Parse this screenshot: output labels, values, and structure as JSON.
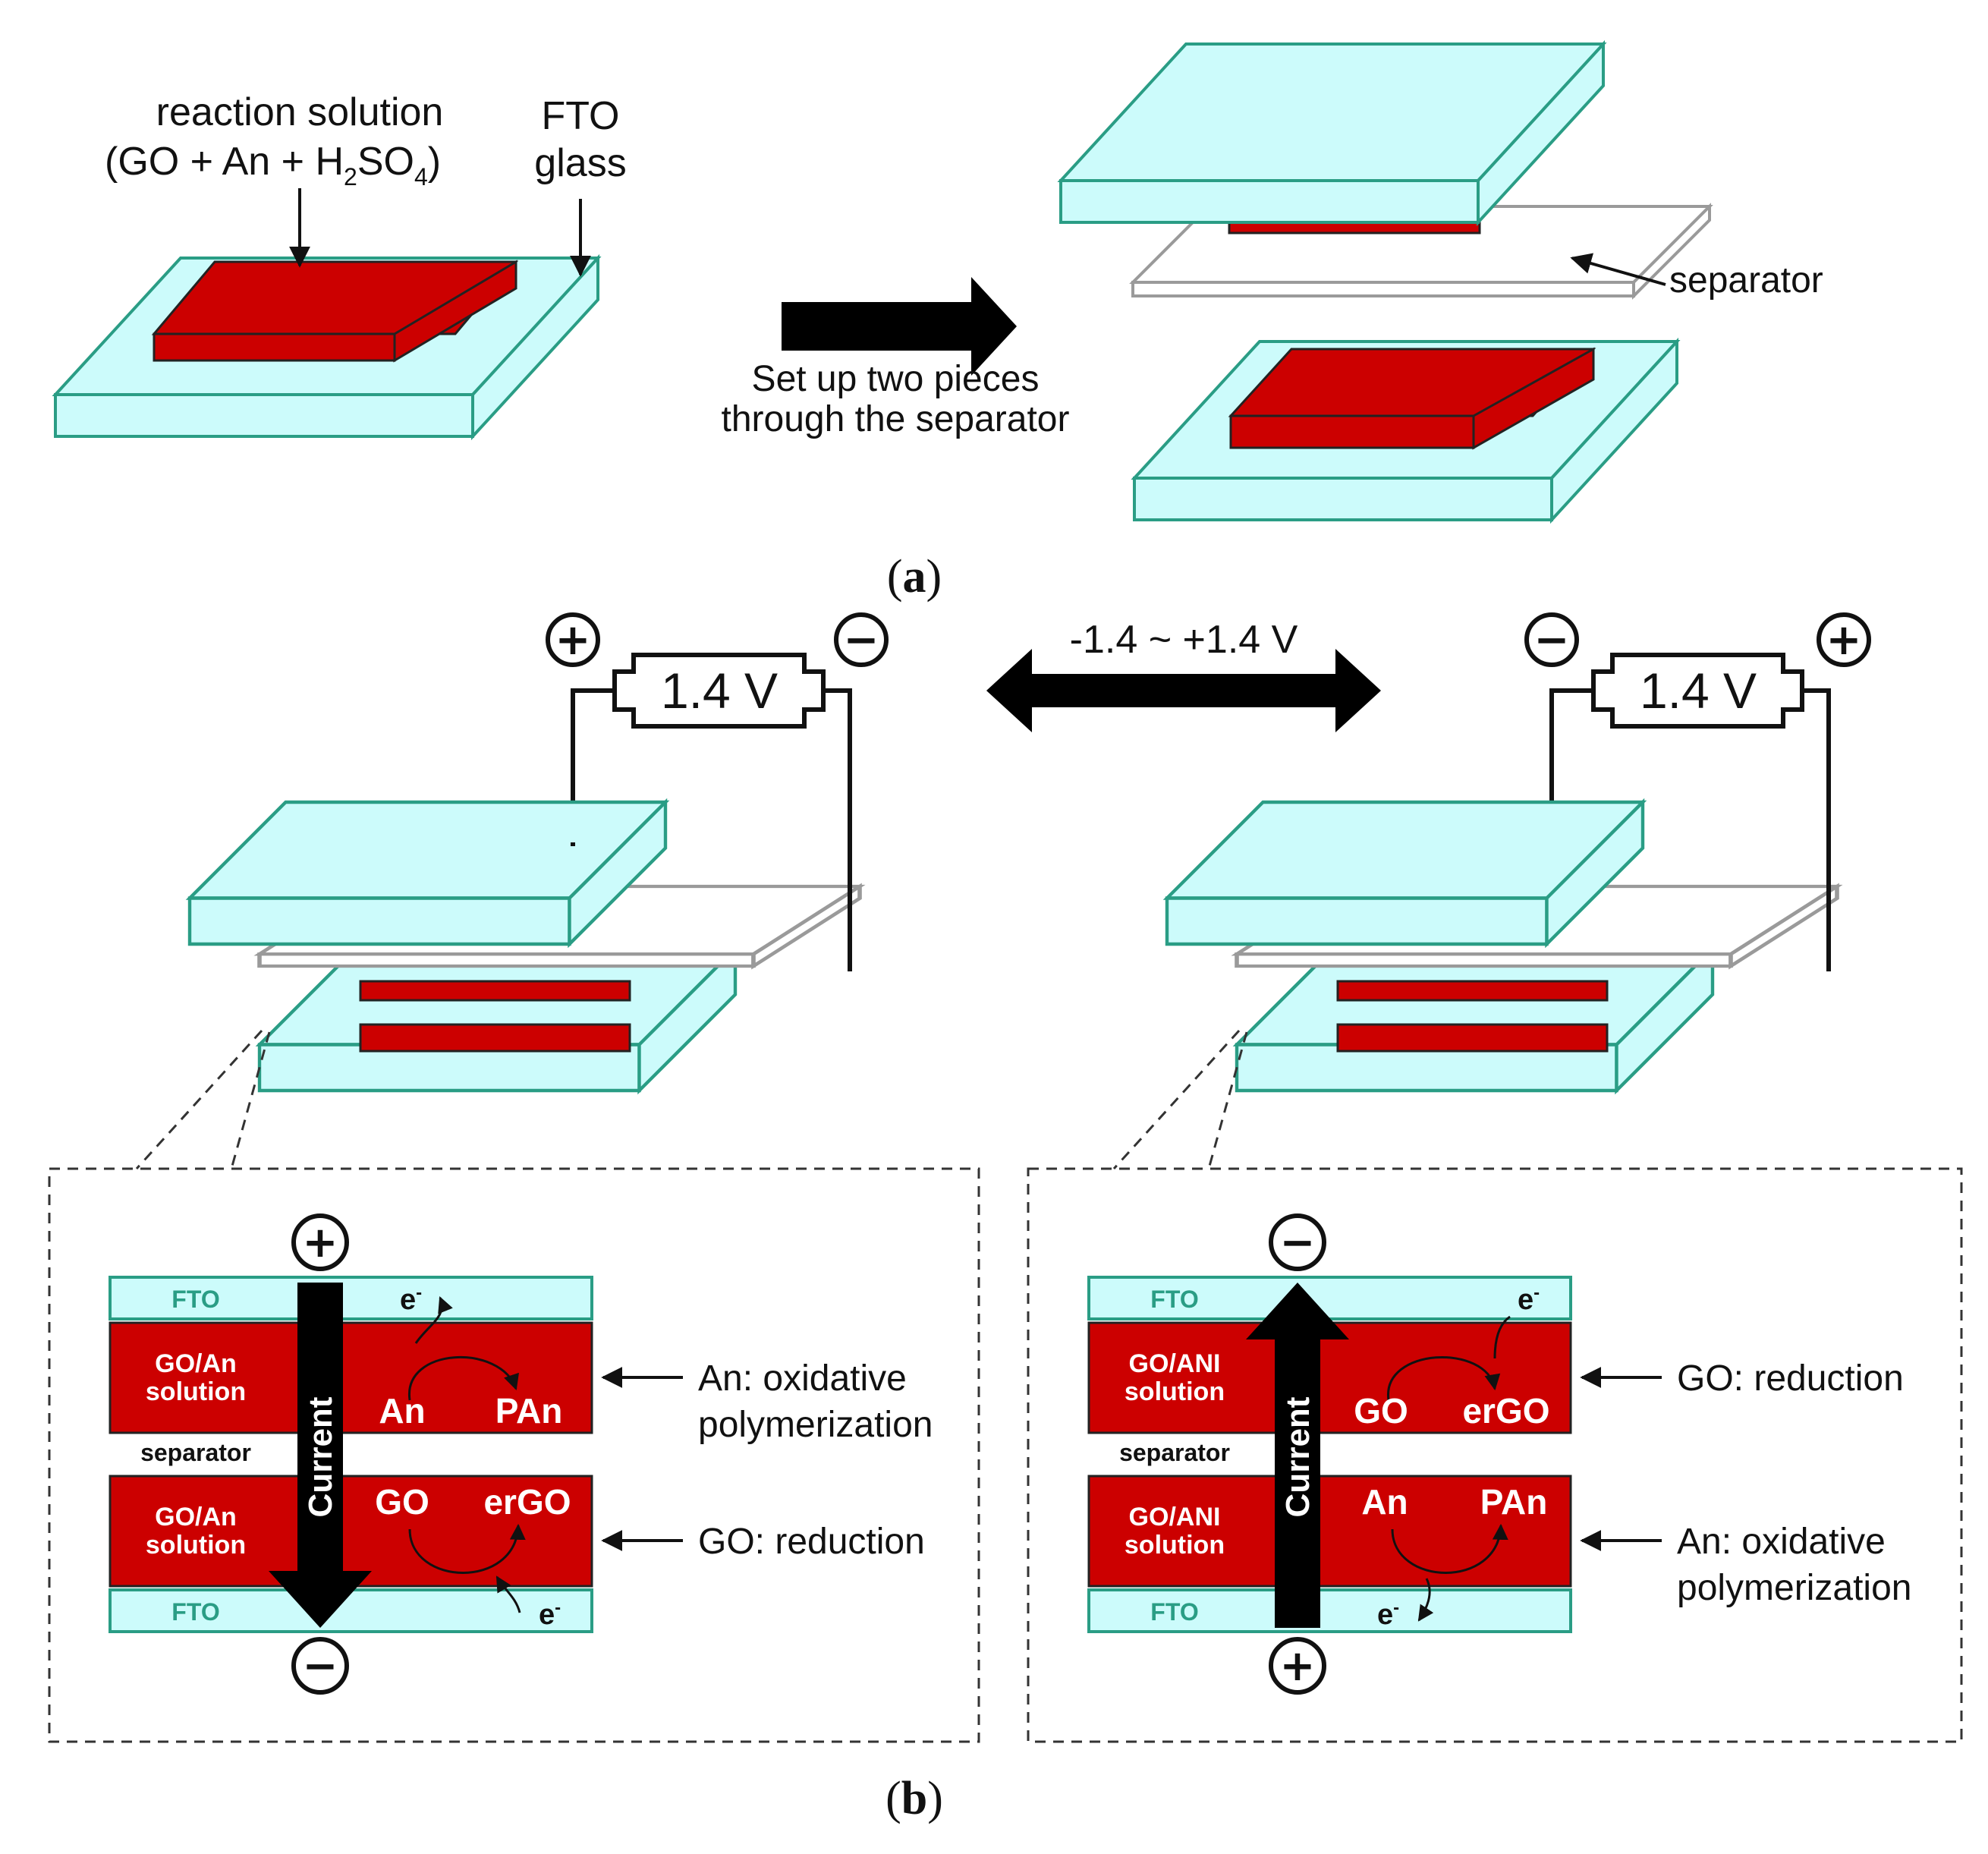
{
  "colors": {
    "glass_fill": "#ccfbfb",
    "glass_stroke": "#2a9d85",
    "solution_fill": "#cc0000",
    "separator_fill": "#ffffff",
    "separator_stroke": "#9a9a9a",
    "arrow": "#000000"
  },
  "panel_a": {
    "label": "(a)",
    "reaction_solution_line1": "reaction solution",
    "reaction_solution_line2": "(GO + An + H",
    "h2so4_sub2": "2",
    "h2so4_mid": "SO",
    "h2so4_sub4": "4",
    "h2so4_close": ")",
    "fto_line1": "FTO",
    "fto_line2": "glass",
    "step_line1": "Set up two pieces",
    "step_line2": "through the separator",
    "separator_label": "separator"
  },
  "panel_b": {
    "label": "(b)",
    "range_label": "-1.4 ~ +1.4 V",
    "left_source": "1.4 V",
    "right_source": "1.4 V",
    "plus": "+",
    "minus": "−",
    "left_detail": {
      "fto_top": "FTO",
      "fto_bottom": "FTO",
      "top_layer_line1": "GO/An",
      "top_layer_line2": "solution",
      "bottom_layer_line1": "GO/An",
      "bottom_layer_line2": "solution",
      "separator": "separator",
      "current": "Current",
      "top_electron": "e",
      "bottom_electron": "e",
      "electron_sup": "-",
      "top_from": "An",
      "top_to": "PAn",
      "bottom_from": "GO",
      "bottom_to": "erGO",
      "top_note_line1": "An: oxidative",
      "top_note_line2": "polymerization",
      "bottom_note": "GO: reduction"
    },
    "right_detail": {
      "fto_top": "FTO",
      "fto_bottom": "FTO",
      "top_layer_line1": "GO/ANI",
      "top_layer_line2": "solution",
      "bottom_layer_line1": "GO/ANI",
      "bottom_layer_line2": "solution",
      "separator": "separator",
      "current": "Current",
      "top_electron": "e",
      "bottom_electron": "e",
      "electron_sup": "-",
      "top_from": "GO",
      "top_to": "erGO",
      "bottom_from": "An",
      "bottom_to": "PAn",
      "top_note": "GO: reduction",
      "bottom_note_line1": "An: oxidative",
      "bottom_note_line2": "polymerization"
    }
  }
}
